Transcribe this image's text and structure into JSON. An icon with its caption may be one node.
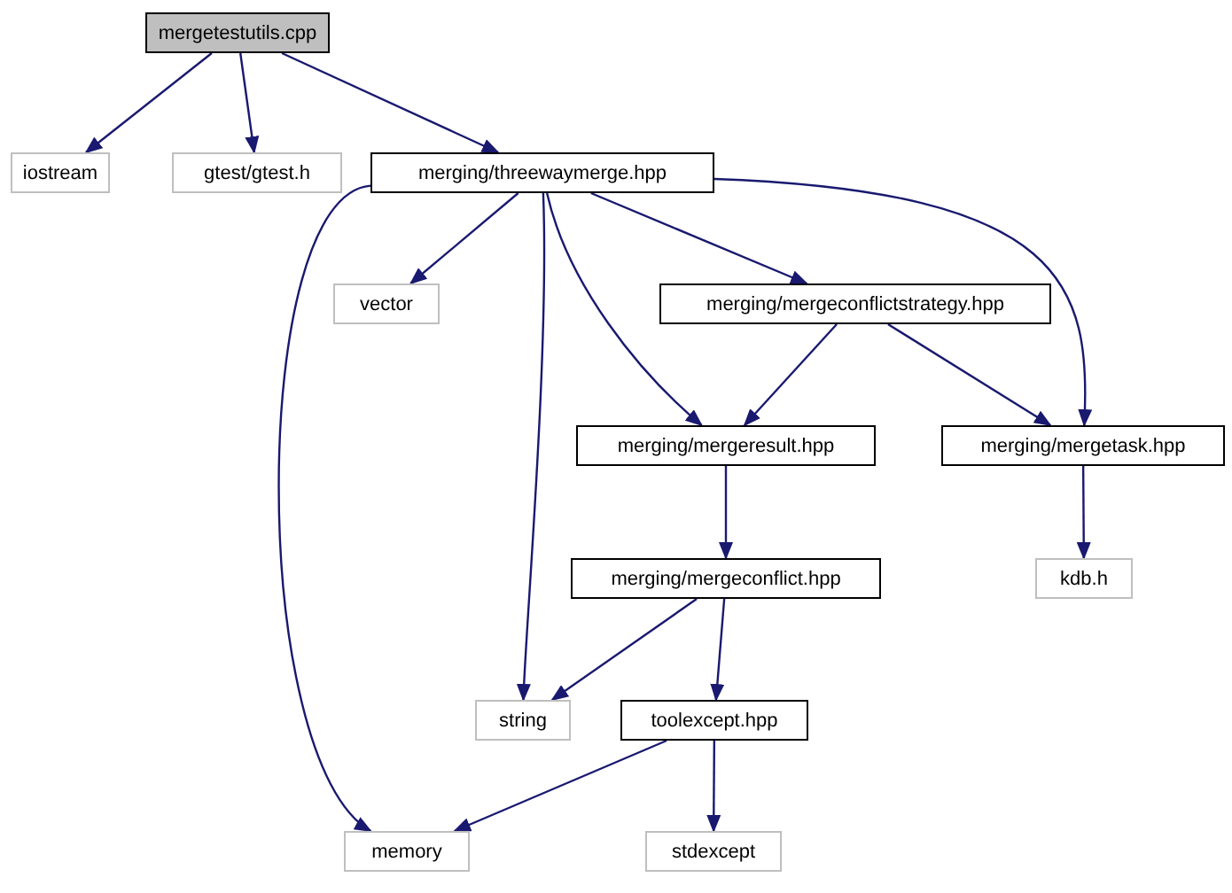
{
  "diagram": {
    "nodes": [
      {
        "text": [
          "mergetestutils.cpp"
        ]
      },
      {
        "text": [
          "iostream"
        ]
      },
      {
        "text": [
          "gtest/gtest.h"
        ]
      },
      {
        "text": [
          "merging/threewaymerge.hpp"
        ]
      },
      {
        "text": [
          "vector"
        ]
      },
      {
        "text": [
          "merging/mergeconflictstrategy.hpp"
        ]
      },
      {
        "text": [
          "merging/mergeresult.hpp"
        ]
      },
      {
        "text": [
          "merging/mergetask.hpp"
        ]
      },
      {
        "text": [
          "merging/mergeconflict.hpp"
        ]
      },
      {
        "text": [
          "kdb.h"
        ]
      },
      {
        "text": [
          "string"
        ]
      },
      {
        "text": [
          "toolexcept.hpp"
        ]
      },
      {
        "text": [
          "memory"
        ]
      },
      {
        "text": [
          "stdexcept"
        ]
      }
    ],
    "edges": [
      {
        "from": 0,
        "to": 1,
        "arrow": "to"
      },
      {
        "from": 0,
        "to": 2,
        "arrow": "to"
      },
      {
        "from": 0,
        "to": 3,
        "arrow": "to"
      },
      {
        "from": 3,
        "to": 4,
        "arrow": "to"
      },
      {
        "from": 3,
        "to": 5,
        "arrow": "to"
      },
      {
        "from": 3,
        "to": 6,
        "arrow": "to"
      },
      {
        "from": 3,
        "to": 7,
        "arrow": "to"
      },
      {
        "from": 3,
        "to": 10,
        "arrow": "to"
      },
      {
        "from": 3,
        "to": 12,
        "arrow": "to"
      },
      {
        "from": 5,
        "to": 6,
        "arrow": "to"
      },
      {
        "from": 5,
        "to": 7,
        "arrow": "to"
      },
      {
        "from": 6,
        "to": 8,
        "arrow": "to"
      },
      {
        "from": 7,
        "to": 9,
        "arrow": "to"
      },
      {
        "from": 8,
        "to": 10,
        "arrow": "to"
      },
      {
        "from": 8,
        "to": 11,
        "arrow": "to"
      },
      {
        "from": 11,
        "to": 12,
        "arrow": "to"
      },
      {
        "from": 11,
        "to": 13,
        "arrow": "to"
      }
    ]
  }
}
